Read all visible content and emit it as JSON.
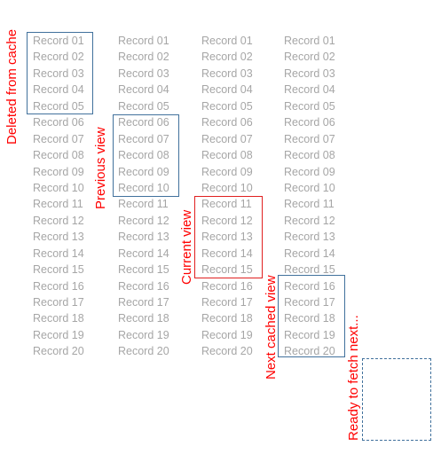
{
  "columns": [
    {
      "id": "deleted",
      "records": [
        "Record 01",
        "Record 02",
        "Record 03",
        "Record 04",
        "Record 05",
        "Record 06",
        "Record 07",
        "Record 08",
        "Record 09",
        "Record 10",
        "Record 11",
        "Record 12",
        "Record 13",
        "Record 14",
        "Record 15",
        "Record 16",
        "Record 17",
        "Record 18",
        "Record 19",
        "Record 20"
      ]
    },
    {
      "id": "previous",
      "records": [
        "Record 01",
        "Record 02",
        "Record 03",
        "Record 04",
        "Record 05",
        "Record 06",
        "Record 07",
        "Record 08",
        "Record 09",
        "Record 10",
        "Record 11",
        "Record 12",
        "Record 13",
        "Record 14",
        "Record 15",
        "Record 16",
        "Record 17",
        "Record 18",
        "Record 19",
        "Record 20"
      ]
    },
    {
      "id": "current",
      "records": [
        "Record 01",
        "Record 02",
        "Record 03",
        "Record 04",
        "Record 05",
        "Record 06",
        "Record 07",
        "Record 08",
        "Record 09",
        "Record 10",
        "Record 11",
        "Record 12",
        "Record 13",
        "Record 14",
        "Record 15",
        "Record 16",
        "Record 17",
        "Record 18",
        "Record 19",
        "Record 20"
      ]
    },
    {
      "id": "next",
      "records": [
        "Record 01",
        "Record 02",
        "Record 03",
        "Record 04",
        "Record 05",
        "Record 06",
        "Record 07",
        "Record 08",
        "Record 09",
        "Record 10",
        "Record 11",
        "Record 12",
        "Record 13",
        "Record 14",
        "Record 15",
        "Record 16",
        "Record 17",
        "Record 18",
        "Record 19",
        "Record 20"
      ]
    }
  ],
  "labels": {
    "deleted": "Deleted from cache",
    "previous": "Previous view",
    "current": "Current view",
    "next": "Next cached view",
    "ready": "Ready to fetch next..."
  },
  "colors": {
    "record_text": "#a6a6a6",
    "label_text": "#ff0000",
    "box_blue": "#41719c",
    "box_red": "#e02020"
  }
}
